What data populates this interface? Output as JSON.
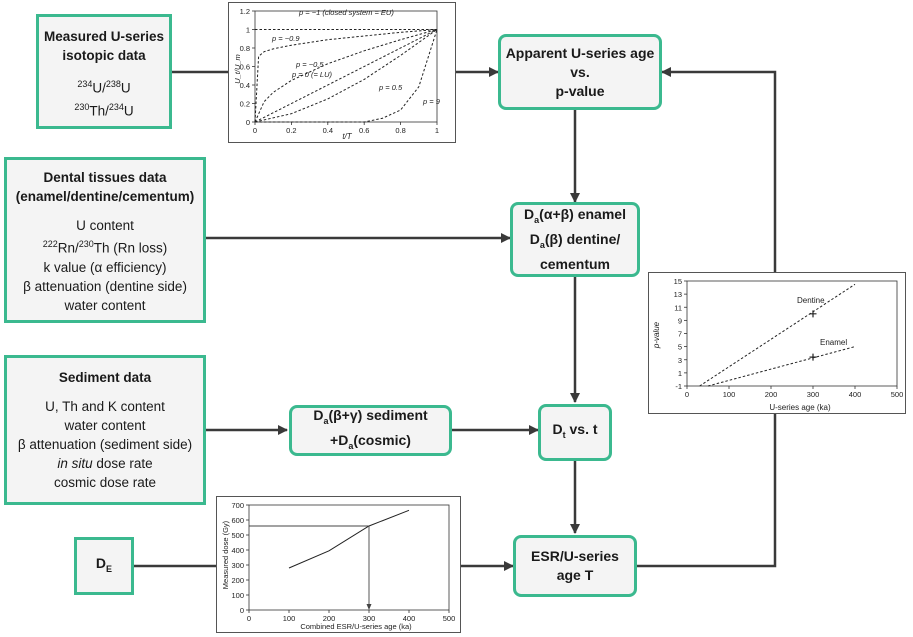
{
  "boxes": {
    "measured": {
      "title1": "Measured U-series",
      "title2": "isotopic data",
      "r1_sup": "234",
      "r1_a": "U/",
      "r1_sup2": "238",
      "r1_b": "U",
      "r2_sup": "230",
      "r2_a": "Th/",
      "r2_sup2": "234",
      "r2_b": "U"
    },
    "dental": {
      "title1": "Dental tissues data",
      "title2": "(enamel/dentine/cementum)",
      "l1": "U content",
      "l2_sup": "222",
      "l2_a": "Rn/",
      "l2_sup2": "230",
      "l2_b": "Th (Rn loss)",
      "l3": "k value (α efficiency)",
      "l4": "β attenuation (dentine side)",
      "l5": "water content"
    },
    "sediment": {
      "title": "Sediment data",
      "l1": "U, Th and K content",
      "l2": "water content",
      "l3": "β attenuation (sediment side)",
      "l4_it": "in situ",
      "l4_b": " dose rate",
      "l5": "cosmic dose rate"
    },
    "de": {
      "main": "D",
      "sub": "E"
    },
    "apparent": {
      "l1": "Apparent U-series age",
      "l2": "vs.",
      "l3": "p-value"
    },
    "da": {
      "l1_a": "D",
      "l1_sub": "a",
      "l1_b": "(α+β) enamel",
      "l2_a": "D",
      "l2_sub": "a",
      "l2_b": "(β) dentine/",
      "l3": "cementum"
    },
    "dased": {
      "l1_a": "D",
      "l1_sub": "a",
      "l1_b": "(β+γ)  sediment",
      "l2_a": "+D",
      "l2_sub": "a",
      "l2_b": "(cosmic)"
    },
    "dt": {
      "a": "D",
      "sub": "t",
      "b": " vs. t"
    },
    "esr": {
      "l1": "ESR/U-series",
      "l2": "age T"
    }
  },
  "chart_data": [
    {
      "type": "line",
      "xlabel": "t/T",
      "ylabel": "U_t/U_m",
      "xlim": [
        0,
        1
      ],
      "ylim": [
        0,
        1.2
      ],
      "xticks": [
        "0",
        "0.2",
        "0.4",
        "0.6",
        "0.8",
        "1"
      ],
      "yticks": [
        "0",
        "0.2",
        "0.4",
        "0.6",
        "0.8",
        "1",
        "1.2"
      ],
      "annotations": [
        "p = −1 (closed system = EU)",
        "p = −0.9",
        "p = −0.5",
        "p = 0 (= LU)",
        "p = 0.5",
        "p = 9"
      ],
      "series": [
        {
          "p": -1,
          "values": [
            [
              0,
              1
            ],
            [
              1,
              1
            ]
          ]
        },
        {
          "p": -0.9,
          "values": [
            [
              0,
              0
            ],
            [
              0.02,
              0.71
            ],
            [
              0.05,
              0.76
            ],
            [
              0.1,
              0.79
            ],
            [
              0.2,
              0.83
            ],
            [
              0.4,
              0.89
            ],
            [
              0.6,
              0.93
            ],
            [
              0.8,
              0.97
            ],
            [
              1,
              1
            ]
          ]
        },
        {
          "p": -0.5,
          "values": [
            [
              0,
              0
            ],
            [
              0.05,
              0.22
            ],
            [
              0.1,
              0.32
            ],
            [
              0.2,
              0.45
            ],
            [
              0.4,
              0.63
            ],
            [
              0.6,
              0.77
            ],
            [
              0.8,
              0.89
            ],
            [
              1,
              1
            ]
          ]
        },
        {
          "p": 0,
          "values": [
            [
              0,
              0
            ],
            [
              1,
              1
            ]
          ]
        },
        {
          "p": 0.5,
          "values": [
            [
              0,
              0
            ],
            [
              0.2,
              0.09
            ],
            [
              0.4,
              0.25
            ],
            [
              0.6,
              0.46
            ],
            [
              0.8,
              0.72
            ],
            [
              1,
              1
            ]
          ]
        },
        {
          "p": 9,
          "values": [
            [
              0,
              0
            ],
            [
              0.6,
              0
            ],
            [
              0.7,
              0.04
            ],
            [
              0.8,
              0.13
            ],
            [
              0.9,
              0.38
            ],
            [
              1,
              1
            ]
          ]
        }
      ]
    },
    {
      "type": "line",
      "xlabel": "U-series age (ka)",
      "ylabel": "p-value",
      "xlim": [
        0,
        500
      ],
      "ylim": [
        -1,
        15
      ],
      "xticks": [
        "0",
        "100",
        "200",
        "300",
        "400",
        "500"
      ],
      "yticks": [
        "-1",
        "1",
        "3",
        "5",
        "7",
        "9",
        "11",
        "13",
        "15"
      ],
      "series": [
        {
          "name": "Dentine",
          "values": [
            [
              30,
              -1
            ],
            [
              400,
              14.5
            ]
          ],
          "marker": [
            300,
            10
          ]
        },
        {
          "name": "Enamel",
          "values": [
            [
              50,
              -1
            ],
            [
              400,
              5
            ]
          ],
          "marker": [
            300,
            3.4
          ]
        }
      ]
    },
    {
      "type": "line",
      "xlabel": "Combined ESR/U-series age (ka)",
      "ylabel": "Measured dose (Gy)",
      "xlim": [
        0,
        500
      ],
      "ylim": [
        0,
        700
      ],
      "xticks": [
        "0",
        "100",
        "200",
        "300",
        "400",
        "500"
      ],
      "yticks": [
        "0",
        "100",
        "200",
        "300",
        "400",
        "500",
        "600",
        "700"
      ],
      "series": [
        {
          "values": [
            [
              100,
              280
            ],
            [
              200,
              395
            ],
            [
              300,
              560
            ],
            [
              400,
              665
            ]
          ]
        }
      ],
      "readout": {
        "y": 560,
        "x": 300
      }
    }
  ]
}
